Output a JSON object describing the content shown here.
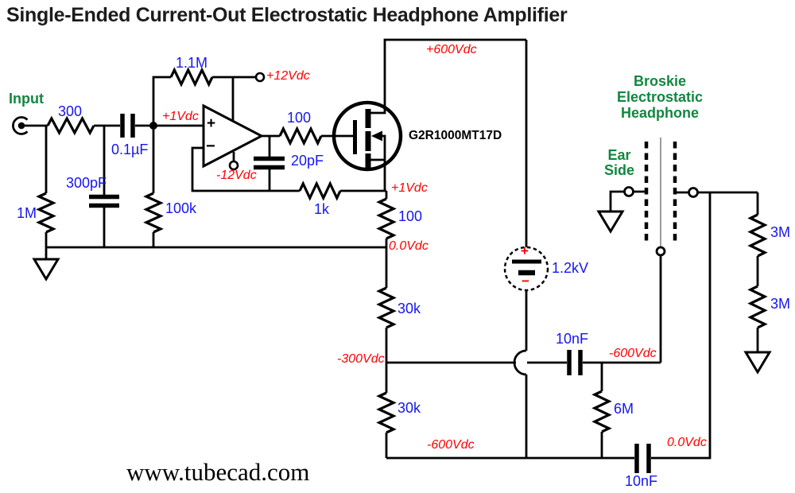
{
  "title": "Single-Ended Current-Out Electrostatic Headphone Amplifier",
  "website": "www.tubecad.com",
  "colors": {
    "component_value": "#1616f0",
    "voltage_label": "#ff0000",
    "signal_label": "#11873f",
    "wire": "#000000"
  },
  "labels": {
    "input": "Input",
    "r_input": "300",
    "c_input": "0.1µF",
    "c_shunt": "300pF",
    "r_input_gnd": "1M",
    "r_bias": "100k",
    "v_input_node": "+1Vdc",
    "r_feedback": "1.1M",
    "v_pos_supply": "+12Vdc",
    "v_neg_supply": "-12Vdc",
    "opamp_plus": "+",
    "opamp_minus": "−",
    "r_gate": "100",
    "c_comp": "20pF",
    "r_fb2": "1k",
    "mosfet_part": "G2R1000MT17D",
    "v_rail_top": "+600Vdc",
    "v_source_node": "+1Vdc",
    "r_source": "100",
    "v_zero_node": "0.0Vdc",
    "r_load_upper": "30k",
    "v_mid_node": "-300Vdc",
    "r_load_lower": "30k",
    "v_rail_bottom": "-600Vdc",
    "battery_value": "1.2kV",
    "battery_plus": "+",
    "battery_minus": "−",
    "c_couple_top": "10nF",
    "v_diaphragm": "-600Vdc",
    "r_diaphragm": "6M",
    "c_couple_bottom": "10nF",
    "v_output_node": "0.0Vdc",
    "headphone_line1": "Broskie",
    "headphone_line2": "Electrostatic",
    "headphone_line3": "Headphone",
    "ear_line1": "Ear",
    "ear_line2": "Side",
    "r_stator_upper": "3M",
    "r_stator_lower": "3M"
  }
}
